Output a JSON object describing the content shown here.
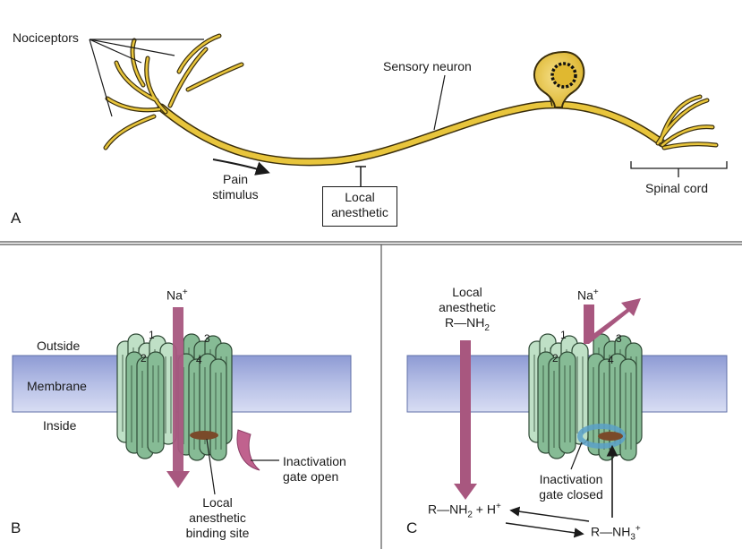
{
  "panel_a": {
    "letter": "A",
    "nociceptors": "Nociceptors",
    "sensory_neuron": "Sensory neuron",
    "pain_line1": "Pain",
    "pain_line2": "stimulus",
    "local_line1": "Local",
    "local_line2": "anesthetic",
    "spinal_cord": "Spinal cord"
  },
  "panel_b": {
    "letter": "B",
    "na": "Na",
    "na_sup": "+",
    "outside": "Outside",
    "membrane": "Membrane",
    "inside": "Inside",
    "segments": [
      "1",
      "2",
      "3",
      "4"
    ],
    "gate_line1": "Inactivation",
    "gate_line2": "gate open",
    "site_line1": "Local",
    "site_line2": "anesthetic",
    "site_line3": "binding site"
  },
  "panel_c": {
    "letter": "C",
    "drug_line1": "Local",
    "drug_line2": "anesthetic",
    "drug_line3_main": "R—NH",
    "drug_line3_sub": "2",
    "na": "Na",
    "na_sup": "+",
    "segments": [
      "1",
      "2",
      "3",
      "4"
    ],
    "gate_line1": "Inactivation",
    "gate_line2": "gate closed",
    "eq_left_a": "R—NH",
    "eq_left_sub": "2",
    "eq_left_b": " + H",
    "eq_left_sup": "+",
    "eq_right_a": "R—NH",
    "eq_right_sub": "3",
    "eq_right_sup": "+"
  },
  "colors": {
    "neuron_fill": "#e8c53c",
    "neuron_stroke": "#3a2e0c",
    "membrane_top": "#9aa6d8",
    "membrane_bottom": "#c9d0ee",
    "channel_dark": "#7fb58f",
    "channel_light": "#b9dcc1",
    "arrow_magenta": "#a8577f",
    "gate_pink": "#c0628e",
    "gate_closed_blue": "#5aa0c8",
    "binding_site": "#7a4a2a"
  },
  "icons": [
    "neuron-cell-body",
    "sodium-channel",
    "ion-flow-arrow"
  ]
}
